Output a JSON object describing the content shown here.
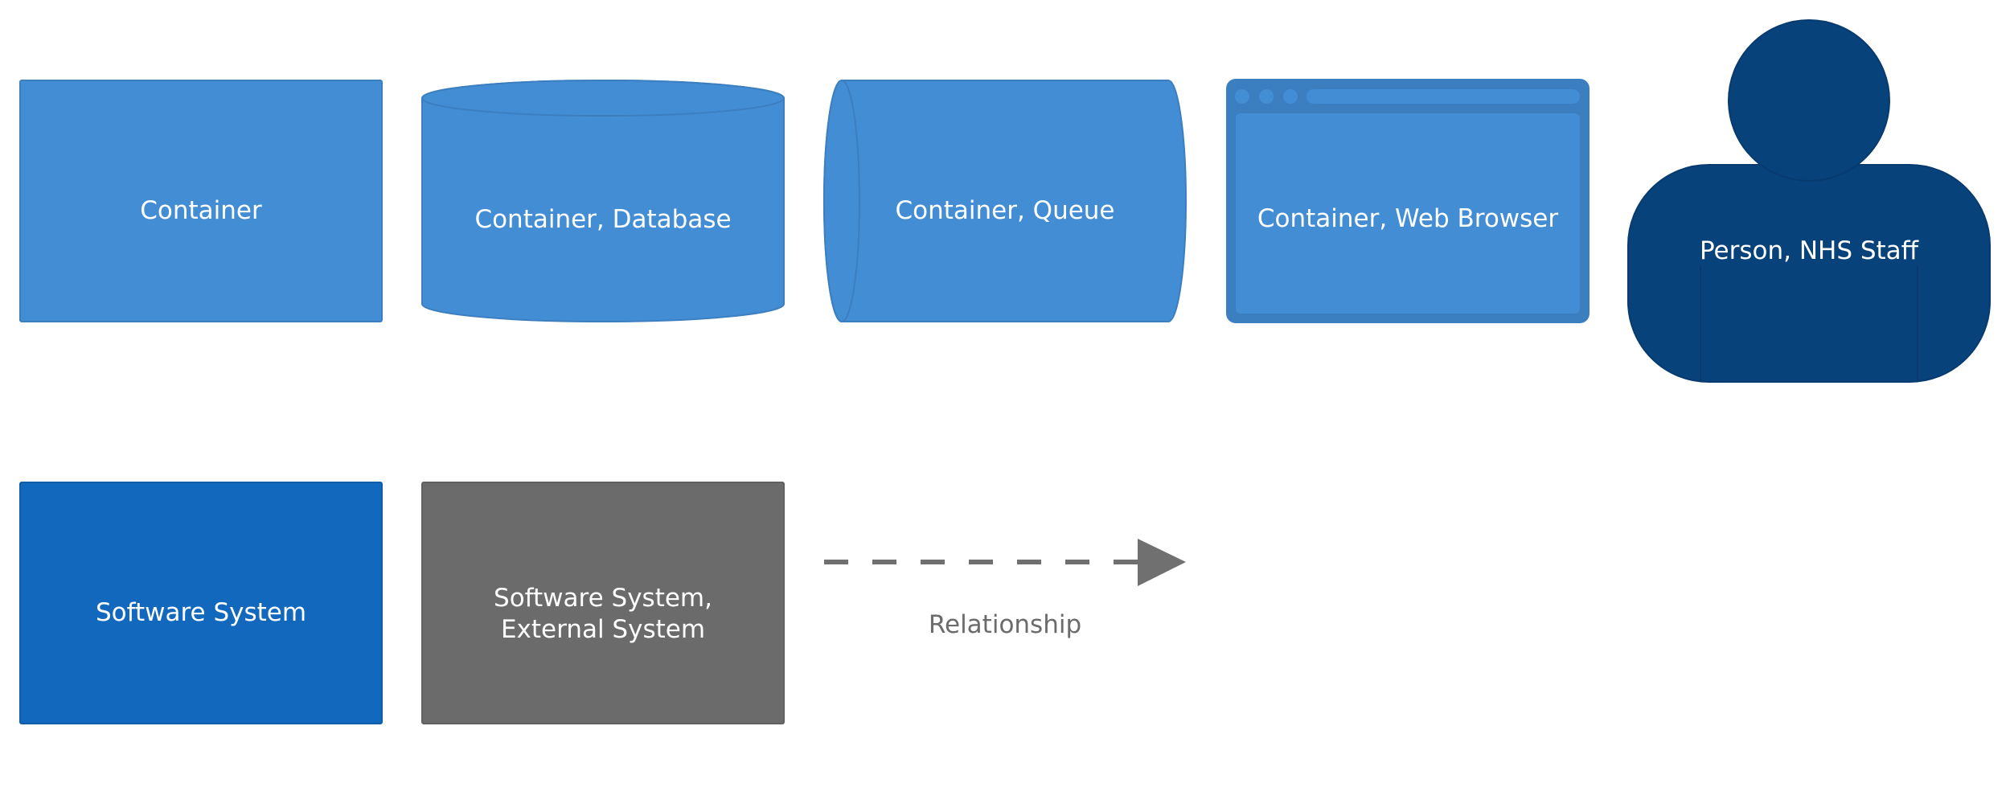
{
  "legend": {
    "container": {
      "label": "Container"
    },
    "database": {
      "label": "Container, Database"
    },
    "queue": {
      "label": "Container, Queue"
    },
    "browser": {
      "label": "Container, Web Browser"
    },
    "person": {
      "label": "Person, NHS Staff"
    },
    "software_system": {
      "label": "Software System"
    },
    "external_system": {
      "line1": "Software System,",
      "line2": "External System"
    },
    "relationship": {
      "label": "Relationship"
    }
  },
  "colors": {
    "container_fill": "#438dd5",
    "container_stroke": "#3c7fc0",
    "browser_frame": "#3c7fc0",
    "person_fill": "#08427b",
    "person_stroke": "#073b6f",
    "software_system_fill": "#1168bd",
    "software_system_stroke": "#0f5eaa",
    "external_system_fill": "#6b6b6b",
    "external_system_stroke": "#606060",
    "relationship_stroke": "#707070",
    "relationship_text": "#6b6b6b"
  }
}
